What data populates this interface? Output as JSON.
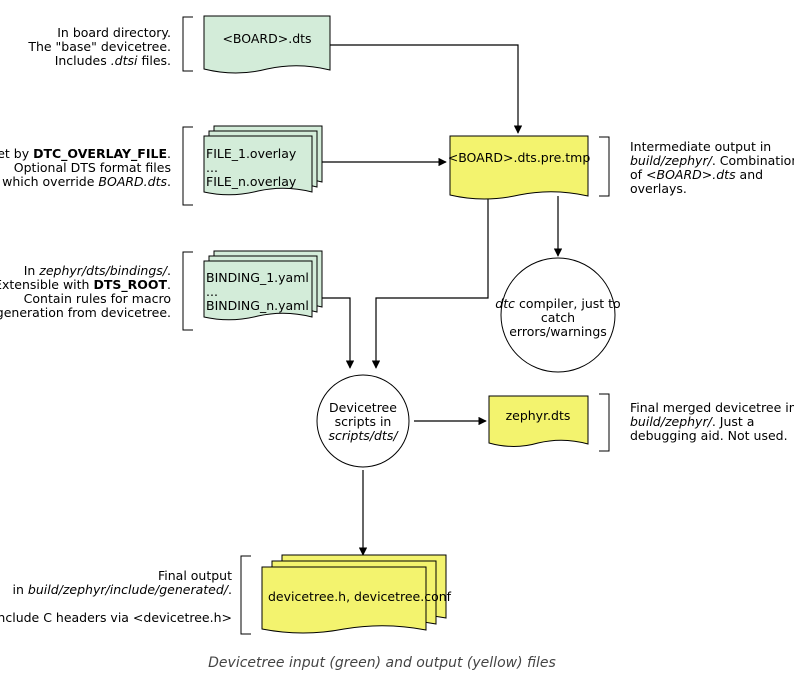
{
  "nodes": {
    "board_dts": "<BOARD>.dts",
    "overlay_first": "FILE_1.overlay",
    "overlay_ellipsis": "...",
    "overlay_last": "FILE_n.overlay",
    "binding_first": "BINDING_1.yaml",
    "binding_ellipsis": "...",
    "binding_last": "BINDING_n.yaml",
    "dts_pre_tmp": "<BOARD>.dts.pre.tmp",
    "dtc_l1_em": "dtc",
    "dtc_l1_rest": " compiler, just to",
    "dtc_l2": "catch",
    "dtc_l3": "errors/warnings",
    "scripts_l1": "Devicetree",
    "scripts_l2": "scripts in",
    "scripts_l3": "scripts/dts/",
    "zephyr_dts": "zephyr.dts",
    "outputs": "devicetree.h, devicetree.conf"
  },
  "notes": {
    "board": {
      "l1": "In board directory.",
      "l2": "The \"base\" devicetree.",
      "l3_a": "Includes ",
      "l3_em": ".dtsi",
      "l3_b": " files."
    },
    "overlay": {
      "l1_a": "Set by ",
      "l1_bold": "DTC_OVERLAY_FILE",
      "l1_b": ".",
      "l2": "Optional DTS format files",
      "l3_a": "which override ",
      "l3_em": "BOARD.dts",
      "l3_b": "."
    },
    "bindings": {
      "l1_a": "In ",
      "l1_em": "zephyr/dts/bindings/",
      "l1_b": ".",
      "l2_a": "Extensible with ",
      "l2_bold": "DTS_ROOT",
      "l2_b": ".",
      "l3": "Contain rules for macro",
      "l4": "generation from devicetree."
    },
    "intermediate": {
      "l1": "Intermediate output in",
      "l2_em": "build/zephyr/",
      "l2_b": ". Combination",
      "l3_a": "of ",
      "l3_em": "<BOARD>.dts",
      "l3_b": " and",
      "l4": "overlays."
    },
    "merged": {
      "l1": "Final merged devicetree in",
      "l2_em": "build/zephyr/",
      "l2_b": ". Just a",
      "l3": "debugging aid. Not used."
    },
    "final": {
      "l1": "Final output",
      "l2_a": "in ",
      "l2_em": "build/zephyr/include/generated/",
      "l2_b": ".",
      "l3": "Include C headers via <devicetree.h>"
    }
  },
  "caption": "Devicetree input (green) and output (yellow) files"
}
